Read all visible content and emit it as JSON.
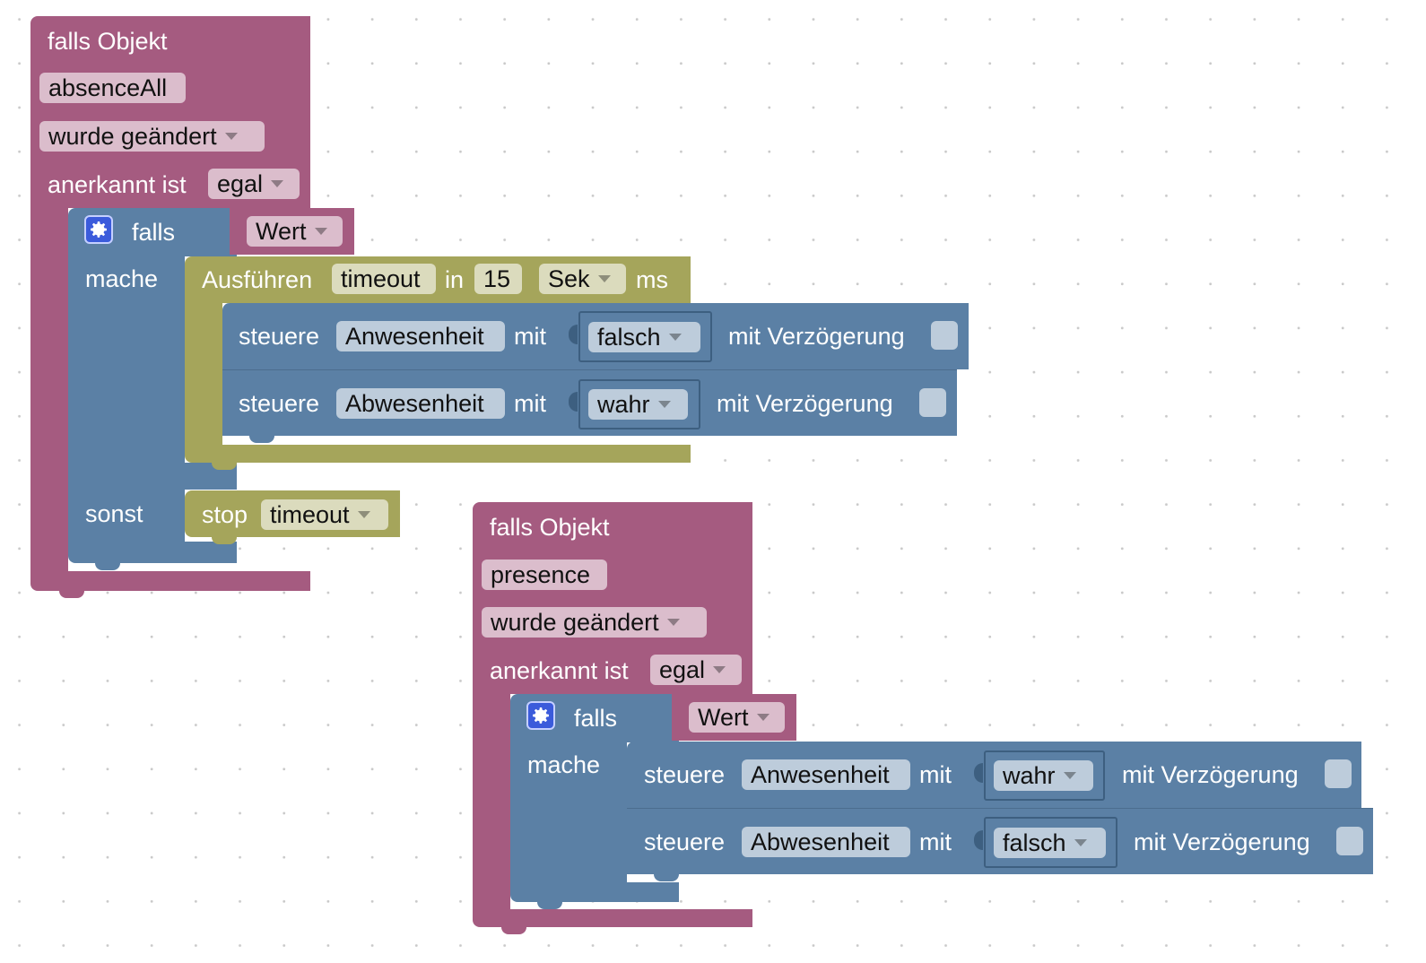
{
  "script1": {
    "trigger_title": "falls Objekt",
    "object_id": "absenceAll",
    "condition": "wurde geändert",
    "ack_label": "anerkannt ist",
    "ack_value": "egal",
    "if_label": "falls",
    "if_value": "Wert",
    "do_label": "mache",
    "else_label": "sonst",
    "timeout": {
      "label": "Ausführen",
      "name": "timeout",
      "in_label": "in",
      "amount": "15",
      "unit": "Sek",
      "suffix": "ms"
    },
    "control1": {
      "label": "steuere",
      "target": "Anwesenheit",
      "with_label": "mit",
      "value": "falsch",
      "delay_label": "mit Verzögerung"
    },
    "control2": {
      "label": "steuere",
      "target": "Abwesenheit",
      "with_label": "mit",
      "value": "wahr",
      "delay_label": "mit Verzögerung"
    },
    "stop": {
      "label": "stop",
      "name": "timeout"
    }
  },
  "script2": {
    "trigger_title": "falls Objekt",
    "object_id": "presence",
    "condition": "wurde geändert",
    "ack_label": "anerkannt ist",
    "ack_value": "egal",
    "if_label": "falls",
    "if_value": "Wert",
    "do_label": "mache",
    "control1": {
      "label": "steuere",
      "target": "Anwesenheit",
      "with_label": "mit",
      "value": "wahr",
      "delay_label": "mit Verzögerung"
    },
    "control2": {
      "label": "steuere",
      "target": "Abwesenheit",
      "with_label": "mit",
      "value": "falsch",
      "delay_label": "mit Verzögerung"
    }
  },
  "colors": {
    "trigger": "#a55b80",
    "logic": "#5b80a5",
    "timer": "#a5a55b",
    "gear": "#3b5bdb"
  },
  "icons": [
    "gear-icon",
    "dropdown-arrow-icon",
    "checkbox-icon"
  ]
}
